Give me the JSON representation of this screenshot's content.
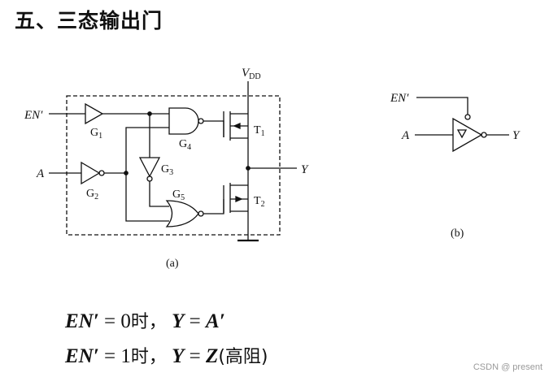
{
  "heading": "五、三态输出门",
  "fig_a": {
    "input_en": "EN′",
    "input_a": "A",
    "supply": "V",
    "supply_sub": "DD",
    "output": "Y",
    "gate_g1": "G",
    "gate_g1_sub": "1",
    "gate_g2": "G",
    "gate_g2_sub": "2",
    "gate_g3": "G",
    "gate_g3_sub": "3",
    "gate_g4": "G",
    "gate_g4_sub": "4",
    "gate_g5": "G",
    "gate_g5_sub": "5",
    "tr_t1": "T",
    "tr_t1_sub": "1",
    "tr_t2": "T",
    "tr_t2_sub": "2",
    "caption": "(a)"
  },
  "fig_b": {
    "input_en": "EN′",
    "input_a": "A",
    "output": "Y",
    "caption": "(b)"
  },
  "formulas": [
    {
      "var1": "EN′",
      "eq1": " = 0",
      "cjk": "时，",
      "var2": "Y",
      "eq2": " = ",
      "var3": "A′",
      "tail": ""
    },
    {
      "var1": "EN′",
      "eq1": " = 1",
      "cjk": "时，",
      "var2": "Y",
      "eq2": " = ",
      "var3": "Z",
      "tail": "(高阻)"
    }
  ],
  "watermark": "CSDN @ present",
  "colors": {
    "ink": "#111111",
    "watermark": "#9a9a9a"
  }
}
